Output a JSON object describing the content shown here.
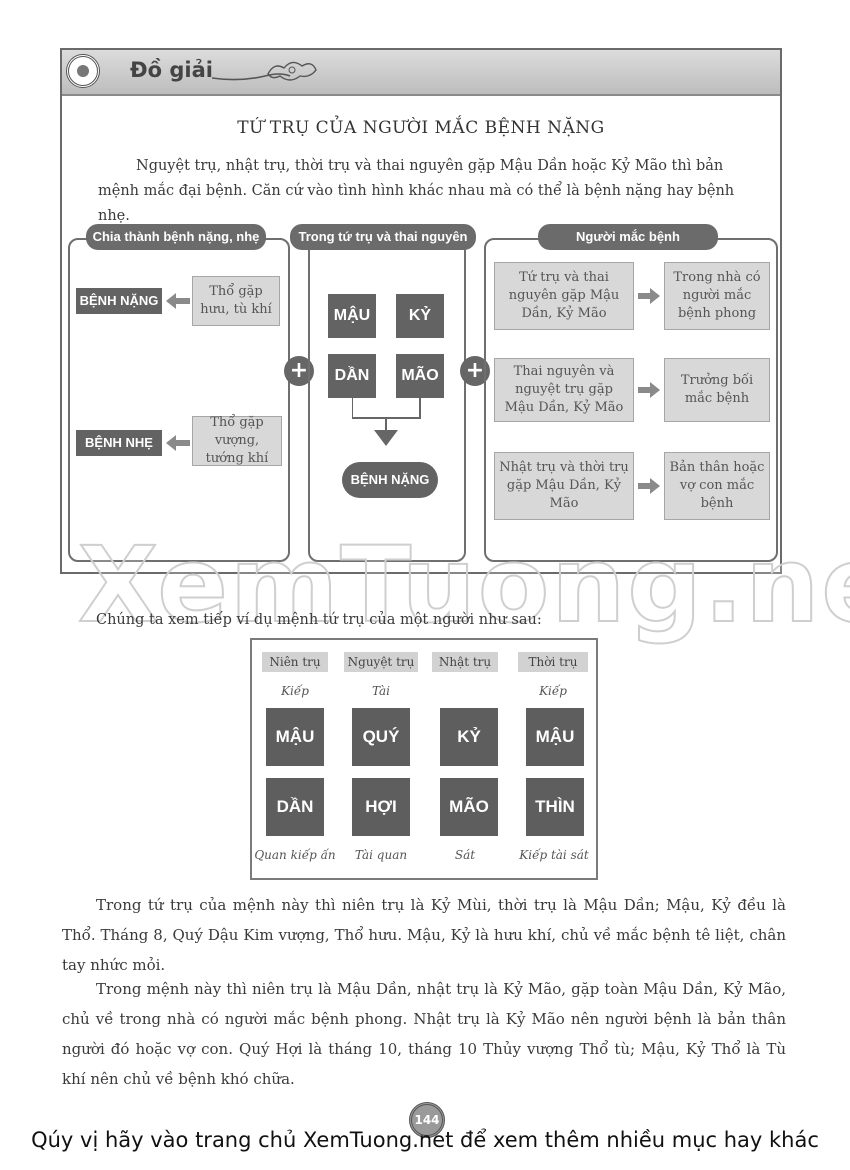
{
  "banner": {
    "title": "Đồ giải"
  },
  "heading": "TỨ TRỤ CỦA NGƯỜI MẮC BỆNH NẶNG",
  "intro": "Nguyệt trụ, nhật trụ, thời trụ và thai nguyên gặp Mậu Dần hoặc Kỷ Mão thì bản mệnh mắc đại bệnh. Căn cứ vào tình hình khác nhau mà có thể là bệnh nặng hay bệnh nhẹ.",
  "left_panel": {
    "title": "Chia thành bệnh nặng, nhẹ",
    "heavy_label": "BỆNH NẶNG",
    "heavy_desc": "Thổ gặp hưu, tù khí",
    "light_label": "BỆNH NHẸ",
    "light_desc": "Thổ gặp vượng, tướng khí"
  },
  "middle_panel": {
    "title": "Trong tứ trụ và thai nguyên",
    "cells": [
      "MẬU",
      "KỶ",
      "DẦN",
      "MÃO"
    ],
    "result": "BỆNH NẶNG"
  },
  "right_panel": {
    "title": "Người mắc bệnh",
    "rows": [
      {
        "cond": "Tứ trụ và thai nguyên gặp Mậu Dần, Kỷ Mão",
        "result": "Trong nhà có người mắc bệnh phong"
      },
      {
        "cond": "Thai nguyên và nguyệt trụ gặp Mậu Dần, Kỷ Mão",
        "result": "Trưởng bối mắc bệnh"
      },
      {
        "cond": "Nhật trụ và thời trụ gặp Mậu Dần, Kỷ Mão",
        "result": "Bản thân hoặc vợ con mắc bệnh"
      }
    ]
  },
  "watermark": "XemTuong.net",
  "example_caption": "Chúng ta xem tiếp ví dụ mệnh tứ trụ của một người như sau:",
  "example_table": {
    "headers": [
      "Niên trụ",
      "Nguyệt trụ",
      "Nhật trụ",
      "Thời trụ"
    ],
    "top_notes": [
      "Kiếp",
      "Tài",
      "",
      "Kiếp"
    ],
    "stems": [
      "MẬU",
      "QUÝ",
      "KỶ",
      "MẬU"
    ],
    "branches": [
      "DẦN",
      "HỢI",
      "MÃO",
      "THÌN"
    ],
    "bottom_notes": [
      "Quan kiếp ấn",
      "Tài quan",
      "Sát",
      "Kiếp tài sát"
    ]
  },
  "paragraphs": [
    "Trong tứ trụ của mệnh này thì niên trụ là Kỷ Mùi, thời trụ là Mậu Dần; Mậu, Kỷ đều là Thổ. Tháng 8, Quý Dậu Kim vượng, Thổ hưu. Mậu, Kỷ là hưu khí, chủ về mắc bệnh tê liệt, chân tay nhức mỏi.",
    "Trong mệnh này thì niên trụ là Mậu Dần, nhật trụ là Kỷ Mão, gặp toàn Mậu Dần, Kỷ Mão, chủ về trong nhà có người mắc bệnh phong. Nhật trụ là Kỷ Mão nên người bệnh là bản thân người đó hoặc vợ con. Quý Hợi là tháng 10, tháng 10 Thủy vượng Thổ tù; Mậu, Kỷ Thổ là Tù khí nên chủ về bệnh khó chữa."
  ],
  "page_number": "144",
  "footer": "Qúy vị hãy vào trang chủ XemTuong.net để xem thêm nhiều mục hay khác"
}
